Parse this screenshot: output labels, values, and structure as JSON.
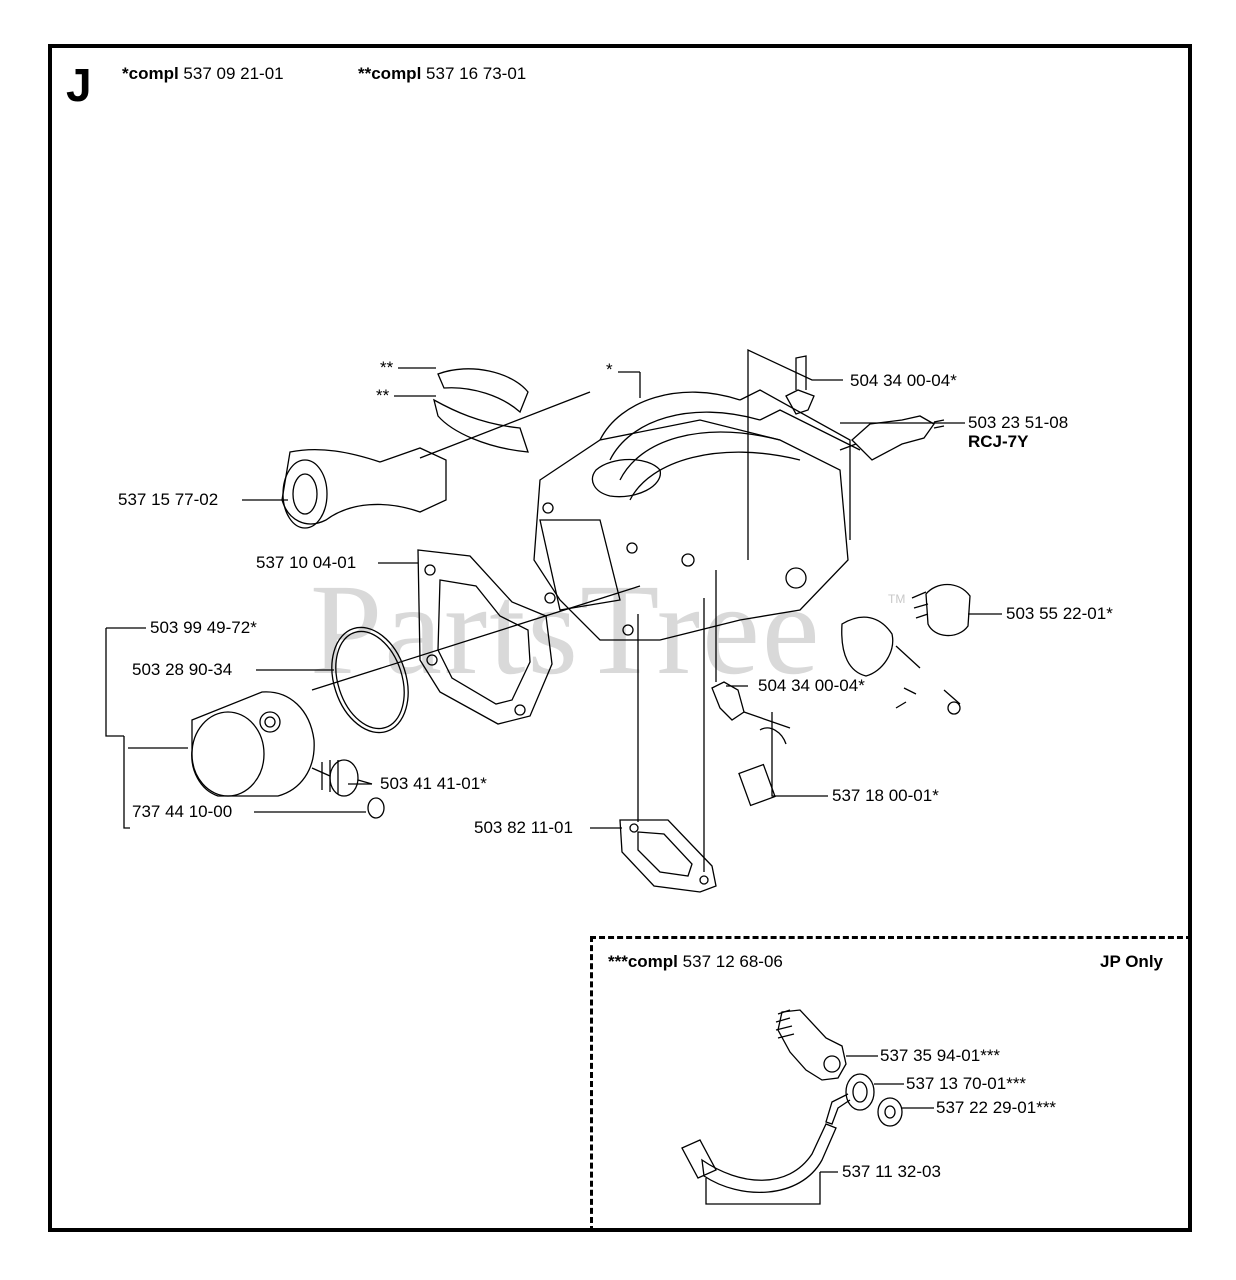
{
  "section": "J",
  "watermark": "PartsTree",
  "watermark_mark": "TM",
  "header": {
    "compl1_prefix": "*compl",
    "compl1_number": "537 09 21-01",
    "compl2_prefix": "**compl",
    "compl2_number": "537 16 73-01"
  },
  "labels": {
    "star2_a": "**",
    "star2_b": "**",
    "star1": "*",
    "elbow_top": "504 34 00-04*",
    "spark_plug": "503 23 51-08",
    "spark_plug_type": "RCJ-7Y",
    "intake": "537 15 77-02",
    "gasket_intake": "537 10 04-01",
    "decomp_valve": "503 55 22-01*",
    "piston_kit": "503 99 49-72*",
    "piston_ring": "503 28 90-34",
    "elbow_bottom": "504 34 00-04*",
    "needle_bearing": "503 41 41-01*",
    "filter": "537 18 00-01*",
    "wrist_pin": "737 44 10-00",
    "cyl_gasket": "503 82 11-01"
  },
  "jp_box": {
    "compl_prefix": "***compl",
    "compl_number": "537 12 68-06",
    "region": "JP Only",
    "labels": {
      "fitting": "537 35 94-01***",
      "washer": "537 13 70-01***",
      "nut": "537 22 29-01***",
      "hose": "537 11 32-03"
    }
  }
}
